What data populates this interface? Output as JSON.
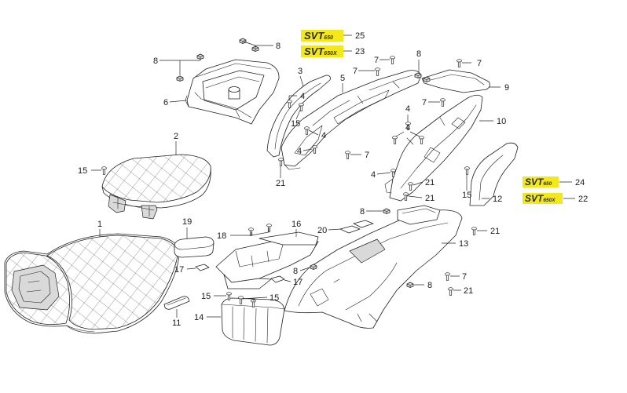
{
  "colors": {
    "background": "#ffffff",
    "line": "#1f1f1f",
    "badge": "#f3e81e"
  },
  "badges": [
    {
      "prefix": "SVT",
      "suffix": "650"
    },
    {
      "prefix": "SVT",
      "suffix": "650X"
    },
    {
      "prefix": "SVT",
      "suffix": "650"
    },
    {
      "prefix": "SVT",
      "suffix": "650X"
    }
  ],
  "callouts": [
    "25",
    "23",
    "8",
    "8",
    "6",
    "3",
    "5",
    "7",
    "7",
    "8",
    "7",
    "9",
    "7",
    "4",
    "15",
    "4",
    "4",
    "7",
    "21",
    "4",
    "4",
    "10",
    "4",
    "2",
    "15",
    "21",
    "15",
    "12",
    "24",
    "22",
    "21",
    "8",
    "1",
    "19",
    "16",
    "20",
    "18",
    "21",
    "13",
    "8",
    "17",
    "17",
    "7",
    "8",
    "21",
    "15",
    "15",
    "14",
    "11"
  ]
}
